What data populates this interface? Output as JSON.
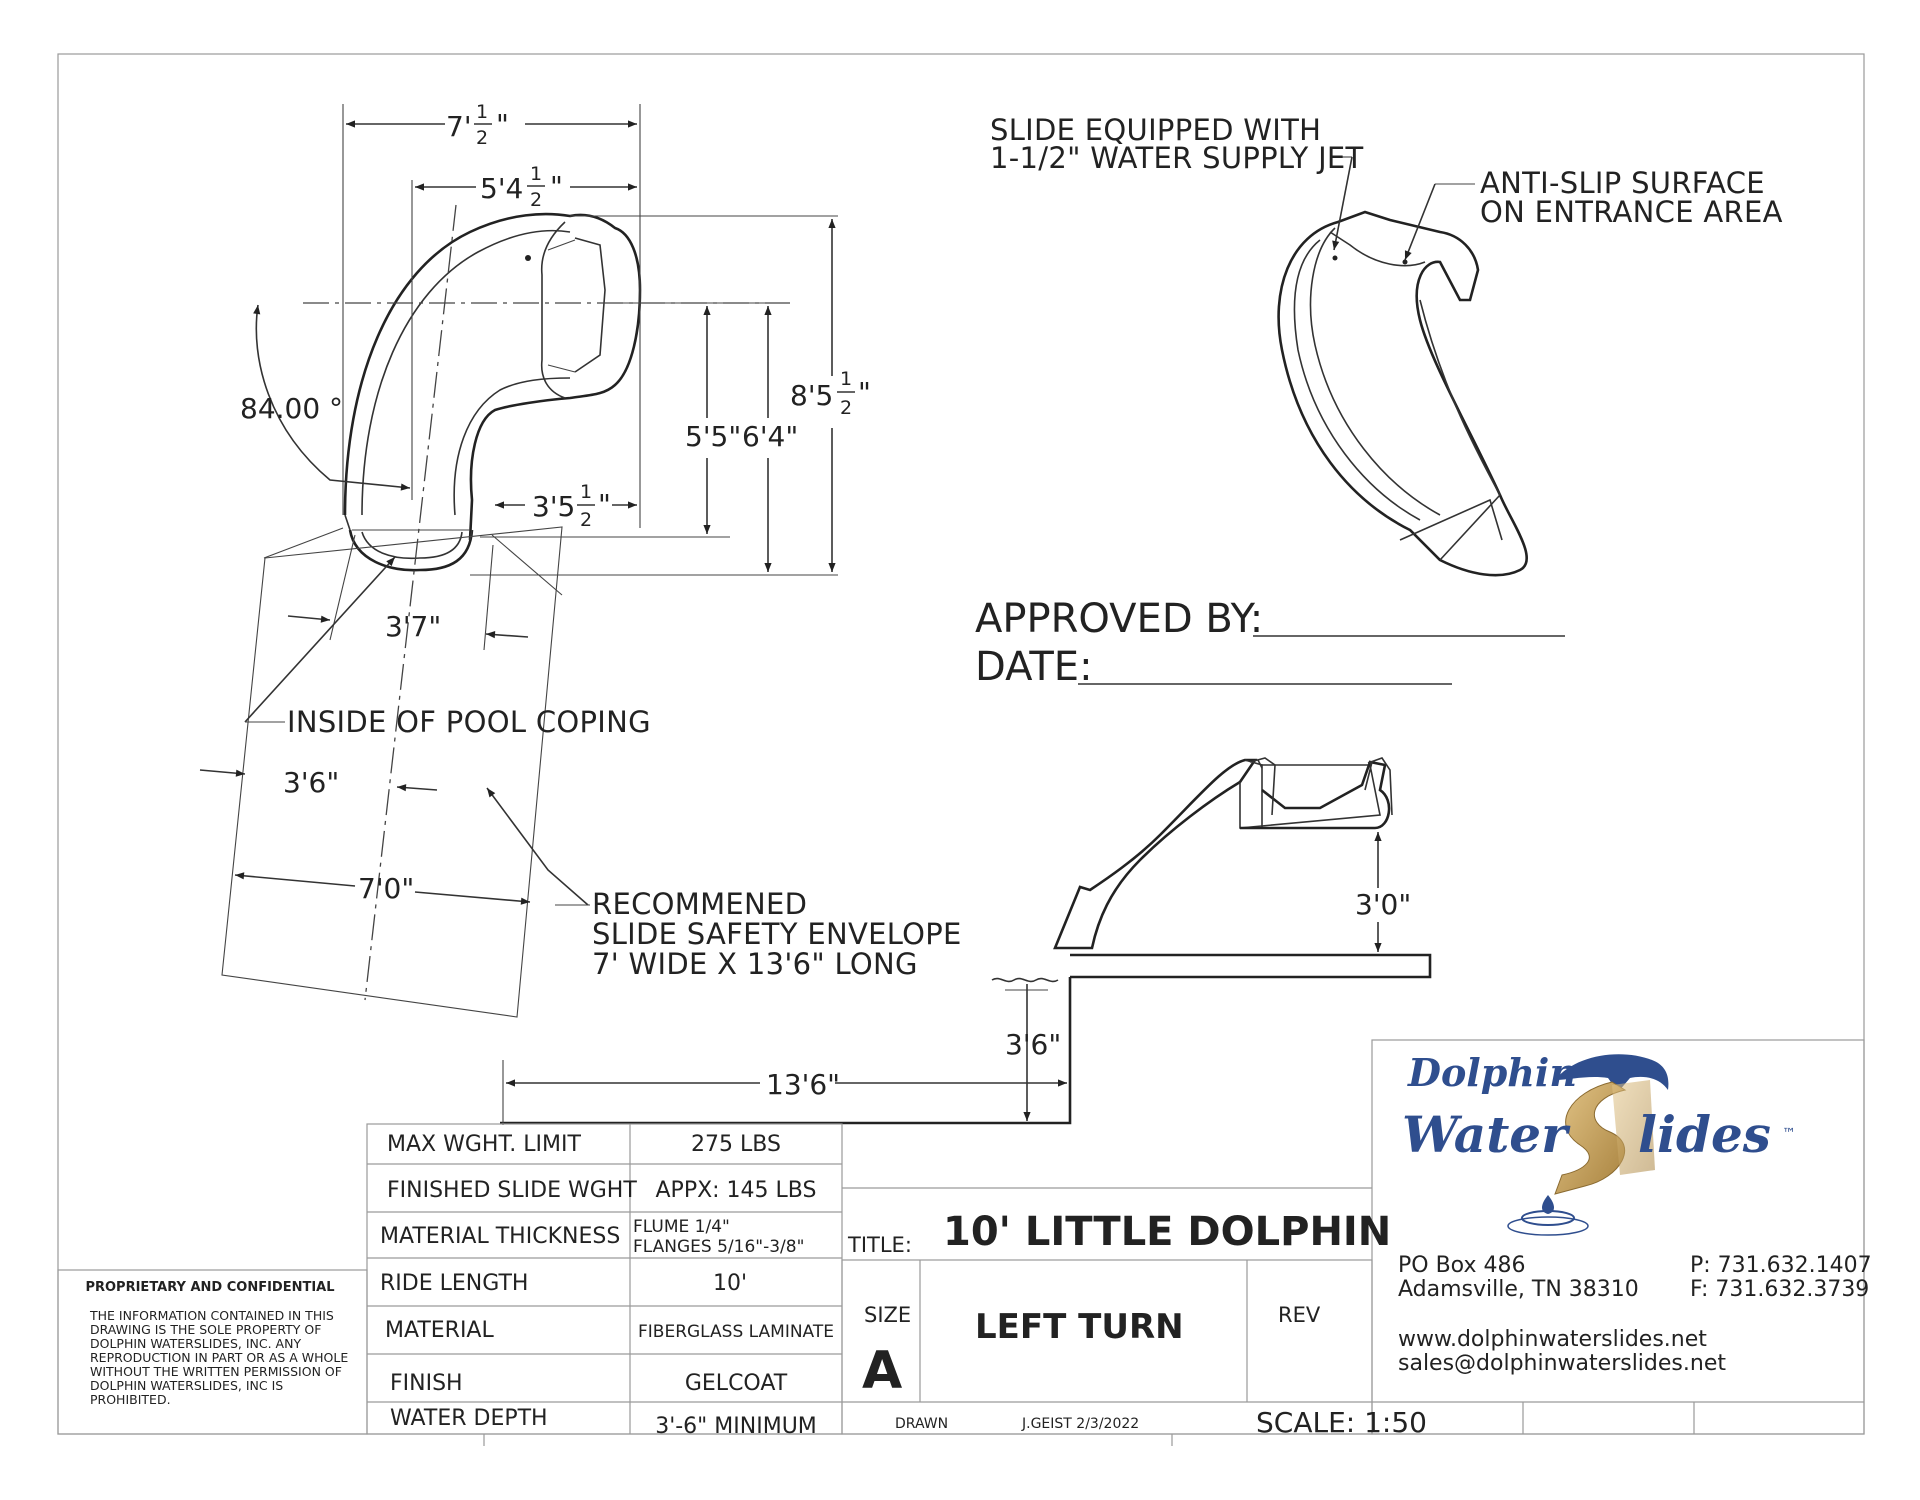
{
  "drawing": {
    "top_view": {
      "dim_overall_width": "7'",
      "dim_overall_width_frac": [
        "1",
        "2"
      ],
      "dim_overall_width_unit": "\"",
      "dim_inner_width": "5'4",
      "dim_inner_width_frac": [
        "1",
        "2"
      ],
      "dim_inner_width_unit": "\"",
      "dim_overall_height": "8'5",
      "dim_overall_height_frac": [
        "1",
        "2"
      ],
      "dim_overall_height_unit": "\"",
      "dim_height_a": "5'5\"",
      "dim_height_b": "6'4\"",
      "dim_exit_offset": "3'5",
      "dim_exit_offset_frac": [
        "1",
        "2"
      ],
      "dim_exit_offset_unit": "\"",
      "angle": "84.00 °",
      "dim_exit_width": "3'7\"",
      "label_coping": "INSIDE OF POOL COPING",
      "dim_envelope_offset": "3'6\"",
      "dim_envelope_width": "7'0\"",
      "note_envelope": [
        "RECOMMENED",
        "SLIDE SAFETY ENVELOPE",
        "7' WIDE X 13'6\" LONG"
      ]
    },
    "iso_view": {
      "note_jet": [
        "SLIDE EQUIPPED WITH",
        "1-1/2\" WATER SUPPLY JET"
      ],
      "note_surface": [
        "ANTI-SLIP SURFACE",
        "ON ENTRANCE AREA"
      ]
    },
    "approval": {
      "approved_by": "APPROVED BY:",
      "date": "DATE:"
    },
    "side_view": {
      "dim_deck_height": "3'0\"",
      "dim_water_depth": "3'6\"",
      "dim_length": "13'6\""
    }
  },
  "specs": [
    {
      "label": "MAX WGHT. LIMIT",
      "value": "275 LBS"
    },
    {
      "label": "FINISHED SLIDE WGHT",
      "value": "APPX: 145 LBS"
    },
    {
      "label": "MATERIAL THICKNESS",
      "value": "FLUME 1/4\"",
      "value2": "FLANGES 5/16\"-3/8\""
    },
    {
      "label": "RIDE LENGTH",
      "value": "10'"
    },
    {
      "label": "MATERIAL",
      "value": "FIBERGLASS LAMINATE"
    },
    {
      "label": "FINISH",
      "value": "GELCOAT"
    },
    {
      "label": "WATER DEPTH",
      "value": "3'-6\" MINIMUM"
    }
  ],
  "proprietary": {
    "heading": "PROPRIETARY AND CONFIDENTIAL",
    "lines": [
      "THE INFORMATION CONTAINED IN THIS",
      "DRAWING IS THE SOLE PROPERTY OF",
      "DOLPHIN WATERSLIDES, INC.  ANY",
      "REPRODUCTION IN PART OR AS A WHOLE",
      "WITHOUT THE WRITTEN PERMISSION OF",
      "DOLPHIN WATERSLIDES, INC IS",
      "PROHIBITED."
    ]
  },
  "title_block": {
    "title_label": "TITLE:",
    "title": "10' LITTLE DOLPHIN",
    "size_label": "SIZE",
    "size": "A",
    "subtitle": "LEFT TURN",
    "rev_label": "REV",
    "drawn_label": "DRAWN",
    "drawn_by": "J.GEIST  2/3/2022",
    "scale": "SCALE: 1:50"
  },
  "company": {
    "logo_word1": "Dolphin",
    "logo_word2": "Water",
    "logo_word3": "lides",
    "logo_tm": "™",
    "address1": "PO Box 486",
    "address2": "Adamsville, TN 38310",
    "phone": "P: 731.632.1407",
    "fax": "F: 731.632.3739",
    "web": "www.dolphinwaterslides.net",
    "email": "sales@dolphinwaterslides.net"
  },
  "colors": {
    "logo_blue": "#2f4e8e",
    "logo_gold": "#c9a35a"
  }
}
